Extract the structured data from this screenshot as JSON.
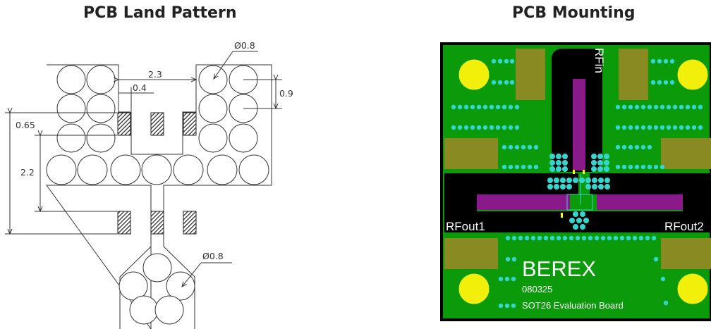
{
  "titles": {
    "land_pattern": "PCB Land Pattern",
    "mounting": "PCB Mounting"
  },
  "land_pattern": {
    "dim_via_dia_top": "Ø0.8",
    "dim_pad_pitch": "2.3",
    "dim_pad_width": "0.4",
    "dim_via_pitch": "0.9",
    "dim_pad_gap": "0.65",
    "dim_height": "2.2",
    "dim_via_dia_bottom": "Ø0.8"
  },
  "pcb_board": {
    "label_rfin": "RFin",
    "label_rfout1": "RFout1",
    "label_rfout2": "RFout2",
    "brand": "BEREX",
    "code": "080325",
    "board_name": "SOT26 Evaluation Board",
    "colors": {
      "board_green": "#0a9a0a",
      "trace_black": "#000000",
      "purple": "#8a1a8a",
      "via_cyan": "#35d6d0",
      "pad_olive": "#8a8a22",
      "hole_yellow": "#f2ef0a",
      "outline_red": "#c81414"
    }
  }
}
